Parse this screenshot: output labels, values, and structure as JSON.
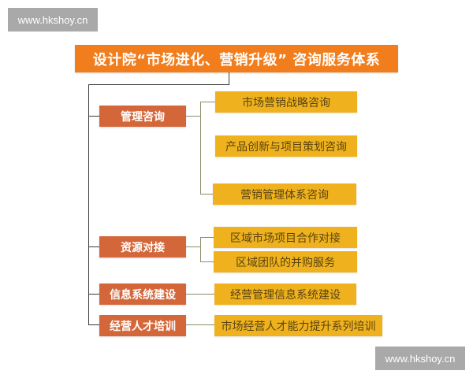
{
  "watermarks": {
    "top": "www.hkshoy.cn",
    "bottom": "www.hkshoy.cn"
  },
  "diagram": {
    "title": "设计院“市场进化、营销升级” 咨询服务体系",
    "categories": [
      {
        "label": "管理咨询",
        "items": [
          "市场营销战略咨询",
          "产品创新与项目策划咨询",
          "营销管理体系咨询"
        ]
      },
      {
        "label": "资源对接",
        "items": [
          "区域市场项目合作对接",
          "区域团队的并购服务"
        ]
      },
      {
        "label": "信息系统建设",
        "items": [
          "经营管理信息系统建设"
        ]
      },
      {
        "label": "经营人才培训",
        "items": [
          "市场经营人才能力提升系列培训"
        ]
      }
    ]
  },
  "colors": {
    "title_bg": "#f27d1c",
    "category_bg": "#d3673a",
    "item_bg": "#efb21e",
    "trunk_line": "#3a3a3a",
    "branch_line": "#8b8c67",
    "watermark_bg": "#a9a9a9"
  }
}
